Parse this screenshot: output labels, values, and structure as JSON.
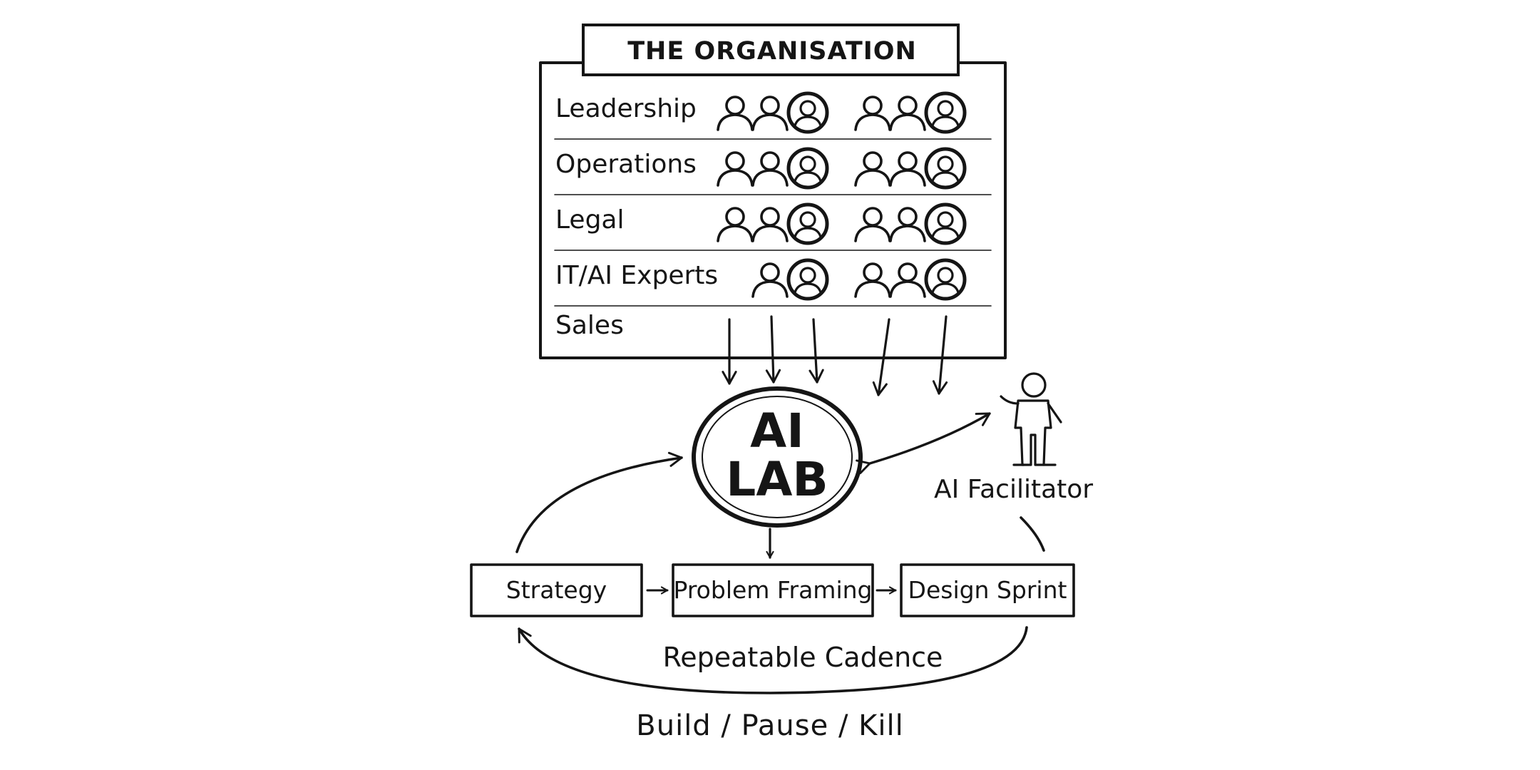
{
  "organisation": {
    "title": "THE ORGANISATION",
    "rows": [
      {
        "label": "Leadership",
        "left_group": 3,
        "right_group": 3
      },
      {
        "label": "Operations",
        "left_group": 3,
        "right_group": 3
      },
      {
        "label": "Legal",
        "left_group": 3,
        "right_group": 3
      },
      {
        "label": "IT/AI Experts",
        "left_group": 2,
        "right_group": 3
      },
      {
        "label": "Sales"
      }
    ],
    "people_icon": "person-icon"
  },
  "ai_lab": {
    "line1": "AI",
    "line2": "LAB"
  },
  "facilitator": {
    "label": "AI Facilitator",
    "icon": "stick-figure-icon"
  },
  "process": {
    "steps": [
      "Strategy",
      "Problem Framing",
      "Design Sprint"
    ],
    "cadence_label": "Repeatable Cadence"
  },
  "outcome": {
    "label": "Build / Pause / Kill"
  }
}
